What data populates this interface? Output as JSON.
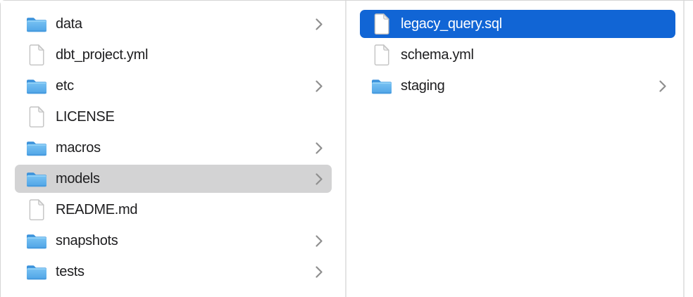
{
  "colors": {
    "selection_blue": "#1165d5",
    "selection_gray": "#d3d3d4",
    "divider": "#e4e4e4",
    "window_border": "#d6d6d6",
    "text": "#1d1d1f",
    "text_selected": "#ffffff",
    "chevron": "#8f8f8f",
    "folder_blue_top": "#3b92db",
    "folder_blue_body": "#6bbaf0"
  },
  "columns": [
    {
      "name": "parent-column",
      "items": [
        {
          "label": "data",
          "icon": "folder-icon",
          "chevron": "chevron-right-icon",
          "selected": false
        },
        {
          "label": "dbt_project.yml",
          "icon": "document-icon",
          "chevron": null,
          "selected": false
        },
        {
          "label": "etc",
          "icon": "folder-icon",
          "chevron": "chevron-right-icon",
          "selected": false
        },
        {
          "label": "LICENSE",
          "icon": "document-icon",
          "chevron": null,
          "selected": false
        },
        {
          "label": "macros",
          "icon": "folder-icon",
          "chevron": "chevron-right-icon",
          "selected": false
        },
        {
          "label": "models",
          "icon": "folder-icon",
          "chevron": "chevron-right-icon",
          "selected": "gray"
        },
        {
          "label": "README.md",
          "icon": "document-icon",
          "chevron": null,
          "selected": false
        },
        {
          "label": "snapshots",
          "icon": "folder-icon",
          "chevron": "chevron-right-icon",
          "selected": false
        },
        {
          "label": "tests",
          "icon": "folder-icon",
          "chevron": "chevron-right-icon",
          "selected": false
        }
      ]
    },
    {
      "name": "models-column",
      "items": [
        {
          "label": "legacy_query.sql",
          "icon": "document-icon",
          "chevron": null,
          "selected": "blue"
        },
        {
          "label": "schema.yml",
          "icon": "document-icon",
          "chevron": null,
          "selected": false
        },
        {
          "label": "staging",
          "icon": "folder-icon",
          "chevron": "chevron-right-icon",
          "selected": false
        }
      ]
    }
  ]
}
